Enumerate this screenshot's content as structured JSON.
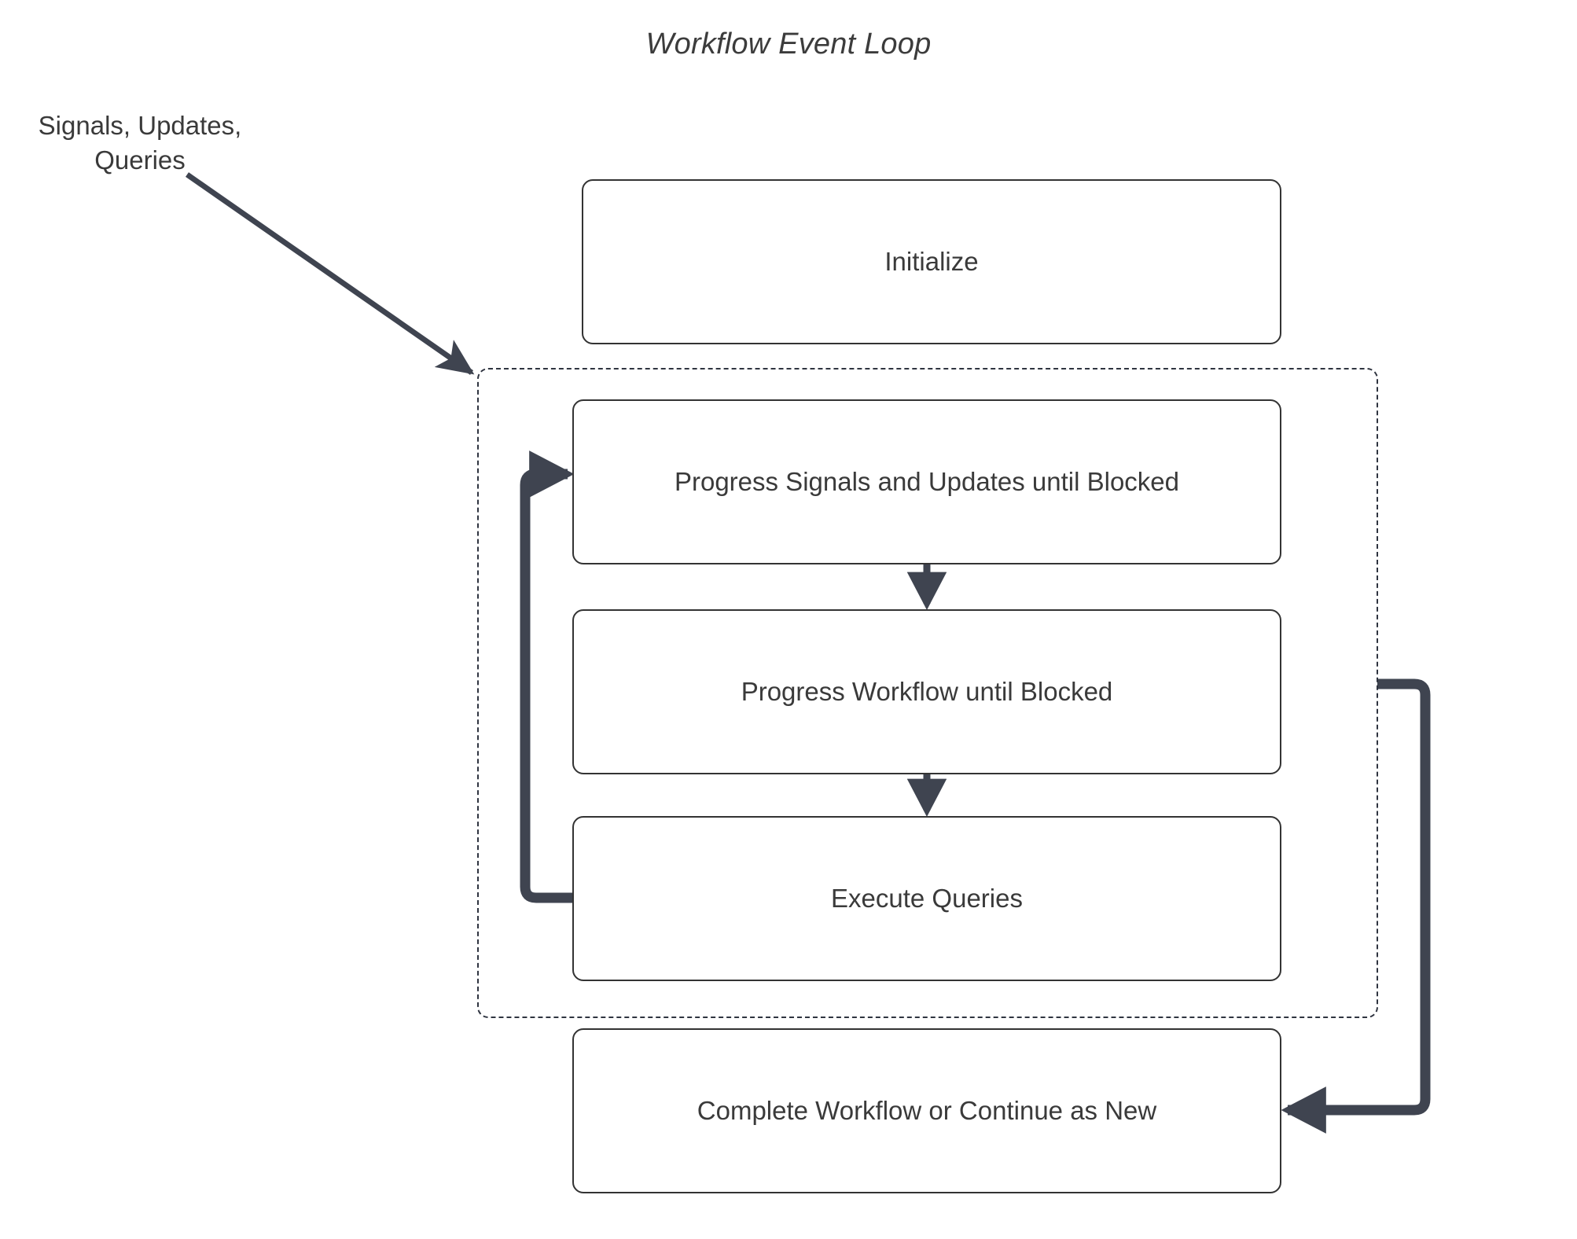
{
  "diagram": {
    "title": "Workflow Event Loop",
    "type": "flowchart",
    "external_input_label": "Signals, Updates,\nQueries",
    "colors": {
      "connector": "#3f4450",
      "node_border": "#333333",
      "container_border": "#2f3440",
      "text": "#3a3a3a",
      "background": "#ffffff"
    },
    "nodes": [
      {
        "id": "initialize",
        "label": "Initialize"
      },
      {
        "id": "progress_signals",
        "label": "Progress Signals and Updates until Blocked"
      },
      {
        "id": "progress_workflow",
        "label": "Progress Workflow until Blocked"
      },
      {
        "id": "execute_queries",
        "label": "Execute Queries"
      },
      {
        "id": "complete_workflow",
        "label": "Complete Workflow or Continue as New"
      }
    ],
    "container": {
      "id": "event_loop",
      "style": "dashed",
      "contains": [
        "progress_signals",
        "progress_workflow",
        "execute_queries"
      ]
    },
    "edges": [
      {
        "from": "external_input",
        "to": "event_loop",
        "style": "thin-arrow"
      },
      {
        "from": "progress_signals",
        "to": "progress_workflow",
        "style": "arrow"
      },
      {
        "from": "progress_workflow",
        "to": "execute_queries",
        "style": "arrow"
      },
      {
        "from": "execute_queries",
        "to": "progress_signals",
        "style": "loop-back-left"
      },
      {
        "from": "event_loop",
        "to": "complete_workflow",
        "style": "loop-right"
      }
    ]
  }
}
